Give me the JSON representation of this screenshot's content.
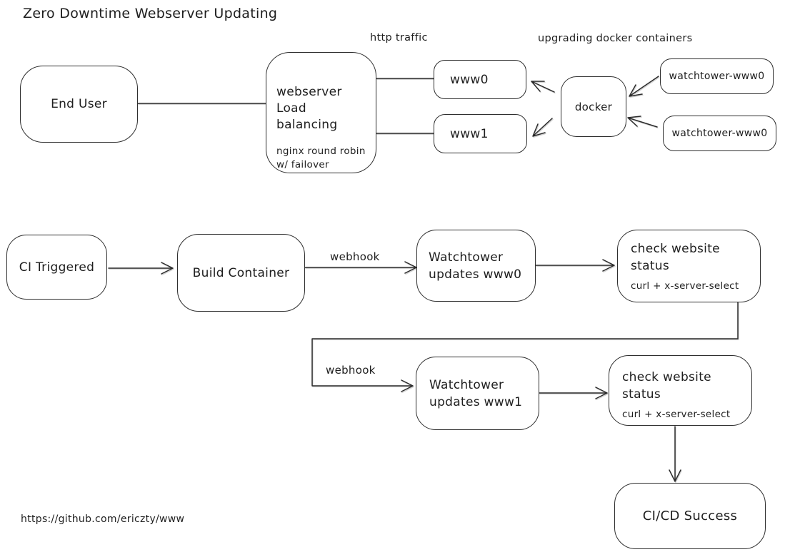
{
  "title": "Zero Downtime Webserver Updating",
  "footer": {
    "url_text": "https://github.com/ericzty/www"
  },
  "annotations": {
    "http_traffic": "http traffic",
    "upgrading_containers": "upgrading docker containers",
    "webhook_top": "webhook",
    "webhook_bottom": "webhook"
  },
  "nodes": {
    "end_user": {
      "label": "End User"
    },
    "load_balancer": {
      "line1": "webserver",
      "line2": "Load balancing",
      "note1": "nginx round robin",
      "note2": "w/ failover"
    },
    "www0": {
      "label": "www0"
    },
    "www1": {
      "label": "www1"
    },
    "docker": {
      "label": "docker"
    },
    "watchtower_top": {
      "label": "watchtower-www0"
    },
    "watchtower_bottom": {
      "label": "watchtower-www0"
    },
    "ci_triggered": {
      "label": "CI Triggered"
    },
    "build_container": {
      "label": "Build Container"
    },
    "watchtower_updates_www0": {
      "line1": "Watchtower",
      "line2": "updates www0"
    },
    "check_status_first": {
      "line1": "check website",
      "line2": "status",
      "note": "curl + x-server-select"
    },
    "watchtower_updates_www1": {
      "line1": "Watchtower",
      "line2": "updates www1"
    },
    "check_status_second": {
      "line1": "check website",
      "line2": "status",
      "note": "curl + x-server-select"
    },
    "cicd_success": {
      "label": "CI/CD Success"
    }
  },
  "colors": {
    "stroke": "#2b2b2b",
    "text": "#1e1e1e",
    "background": "#ffffff"
  }
}
